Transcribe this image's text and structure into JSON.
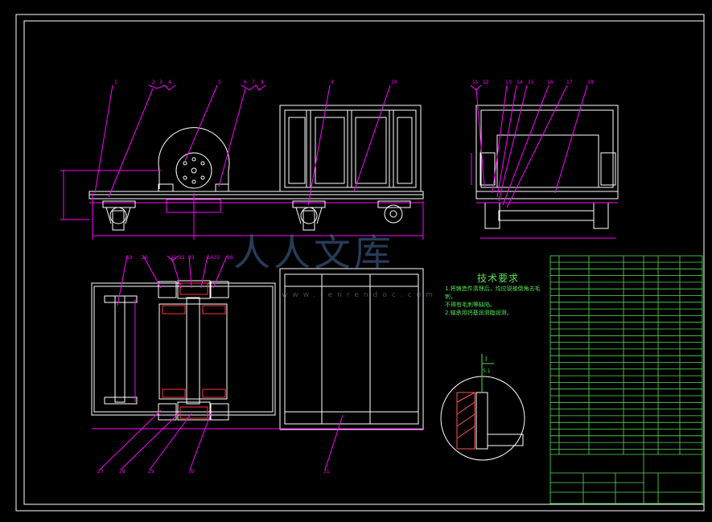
{
  "watermark": {
    "text": "人人文库",
    "url": "www.renrendoc.com"
  },
  "tech_notes": {
    "title": "技术要求",
    "lines": [
      "1.将铸造件清理后，均应锐棱倒角去毛刺，",
      "不得有毛刺等缺陷。",
      "2.轴承用钙基润滑脂润滑。"
    ]
  },
  "detail_label": {
    "letter": "I",
    "scale": "5:1"
  },
  "balloons": {
    "front": [
      "1",
      "2",
      "3",
      "4",
      "5",
      "6",
      "7",
      "8",
      "9",
      "10"
    ],
    "side": [
      "11",
      "12",
      "13",
      "14",
      "15",
      "16",
      "17",
      "18"
    ],
    "plan_top": [
      "19",
      "20",
      "21",
      "22",
      "23",
      "24",
      "25",
      "26"
    ],
    "plan_bottom": [
      "27",
      "28",
      "29",
      "30",
      "31"
    ]
  },
  "colors": {
    "frame": "#ffffff",
    "part": "#ffffff",
    "leader": "#ff00ff",
    "dimension": "#ff00ff",
    "table": "#55e055",
    "cut": "#ff3333",
    "hatch": "#ff5555",
    "watermark": "#4a6fa0"
  }
}
